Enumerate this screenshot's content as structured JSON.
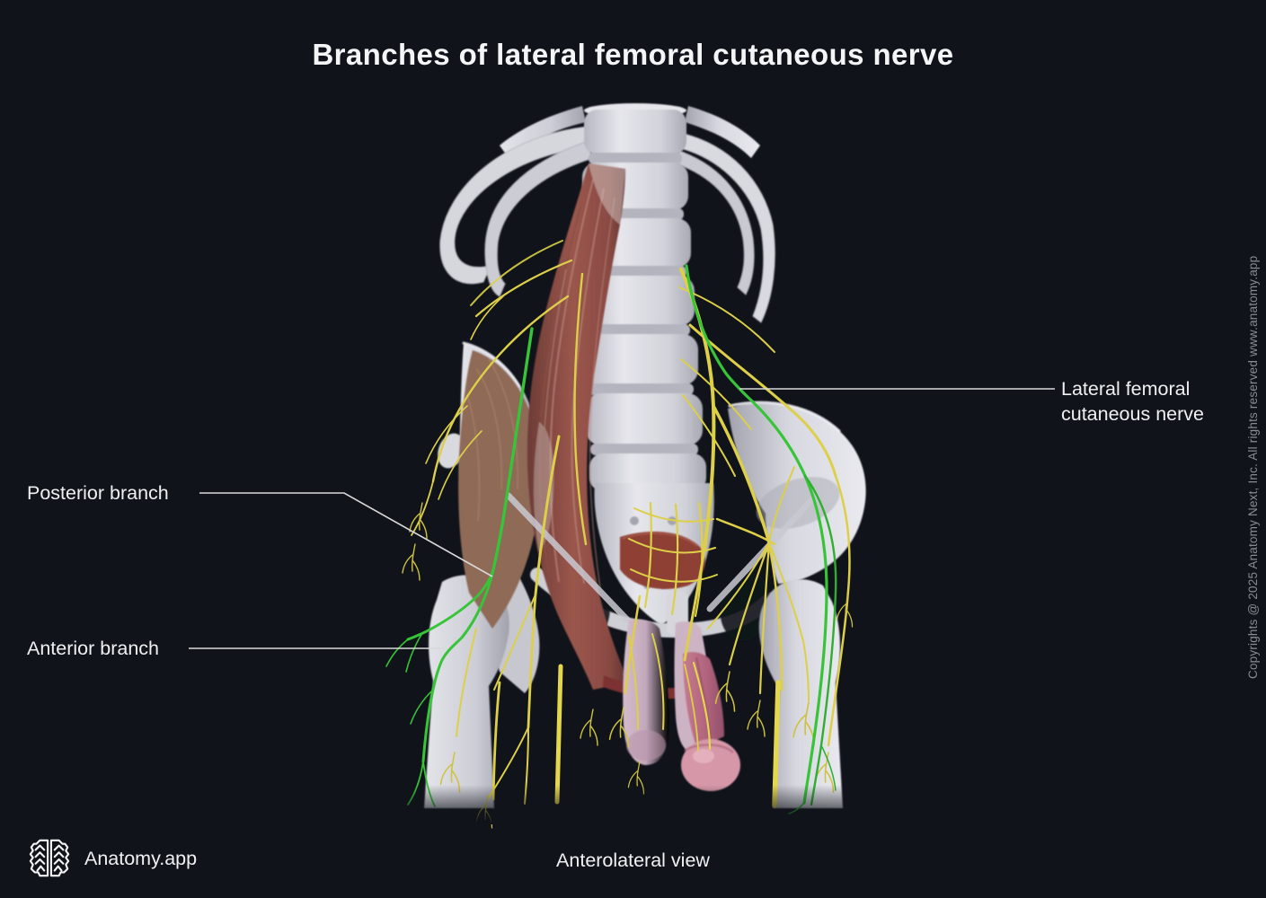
{
  "title": "Branches of lateral femoral cutaneous nerve",
  "annotations": {
    "lfcn": {
      "label": "Lateral femoral cutaneous nerve"
    },
    "posterior_branch": {
      "label": "Posterior branch"
    },
    "anterior_branch": {
      "label": "Anterior branch"
    }
  },
  "footer": {
    "view_label": "Anterolateral view",
    "brand": "Anatomy.app"
  },
  "sidebar_copyright": "Copyrights @ 2025 Anatomy Next, Inc. All rights reserved www.anatomy.app",
  "icons": {
    "logo": "brain-icon"
  },
  "colors": {
    "background": "#10141a",
    "text": "#f2f3f5",
    "muted_text": "#878c93",
    "nerve_yellow": "#ddcf48",
    "nerve_green": "#38c438",
    "bone": "#d6d6dd",
    "muscle_red": "#9a564c",
    "genital_pink": "#d697a8",
    "leader_line": "#d9d9d9"
  }
}
